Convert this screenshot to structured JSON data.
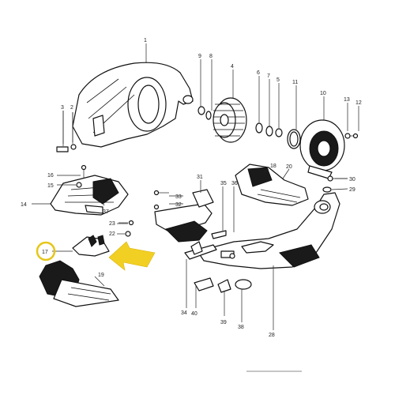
{
  "callouts": [
    {
      "id": "c1",
      "label": "1"
    },
    {
      "id": "c2",
      "label": "2"
    },
    {
      "id": "c3",
      "label": "3"
    },
    {
      "id": "c4",
      "label": "4"
    },
    {
      "id": "c5",
      "label": "5"
    },
    {
      "id": "c6",
      "label": "6"
    },
    {
      "id": "c7",
      "label": "7"
    },
    {
      "id": "c8",
      "label": "8"
    },
    {
      "id": "c9",
      "label": "9"
    },
    {
      "id": "c10",
      "label": "10"
    },
    {
      "id": "c11",
      "label": "11"
    },
    {
      "id": "c12",
      "label": "12"
    },
    {
      "id": "c13",
      "label": "13"
    },
    {
      "id": "c14",
      "label": "14"
    },
    {
      "id": "c15",
      "label": "15"
    },
    {
      "id": "c16",
      "label": "16"
    },
    {
      "id": "c17",
      "label": "17"
    },
    {
      "id": "c18",
      "label": "18"
    },
    {
      "id": "c19",
      "label": "19"
    },
    {
      "id": "c20",
      "label": "20"
    },
    {
      "id": "c22",
      "label": "22"
    },
    {
      "id": "c23",
      "label": "23"
    },
    {
      "id": "c28",
      "label": "28"
    },
    {
      "id": "c29",
      "label": "29"
    },
    {
      "id": "c30",
      "label": "30"
    },
    {
      "id": "c31",
      "label": "31"
    },
    {
      "id": "c32",
      "label": "32"
    },
    {
      "id": "c33",
      "label": "33"
    },
    {
      "id": "c34",
      "label": "34"
    },
    {
      "id": "c35",
      "label": "35"
    },
    {
      "id": "c36",
      "label": "36"
    },
    {
      "id": "c37",
      "label": "37"
    },
    {
      "id": "c38",
      "label": "38"
    },
    {
      "id": "c39",
      "label": "39"
    },
    {
      "id": "c40",
      "label": "40"
    }
  ],
  "colors": {
    "line": "#111111",
    "highlight_circle": "#e6c619",
    "arrow": "#f2d023",
    "background": "#ffffff"
  },
  "highlight": {
    "target_label": "17"
  }
}
